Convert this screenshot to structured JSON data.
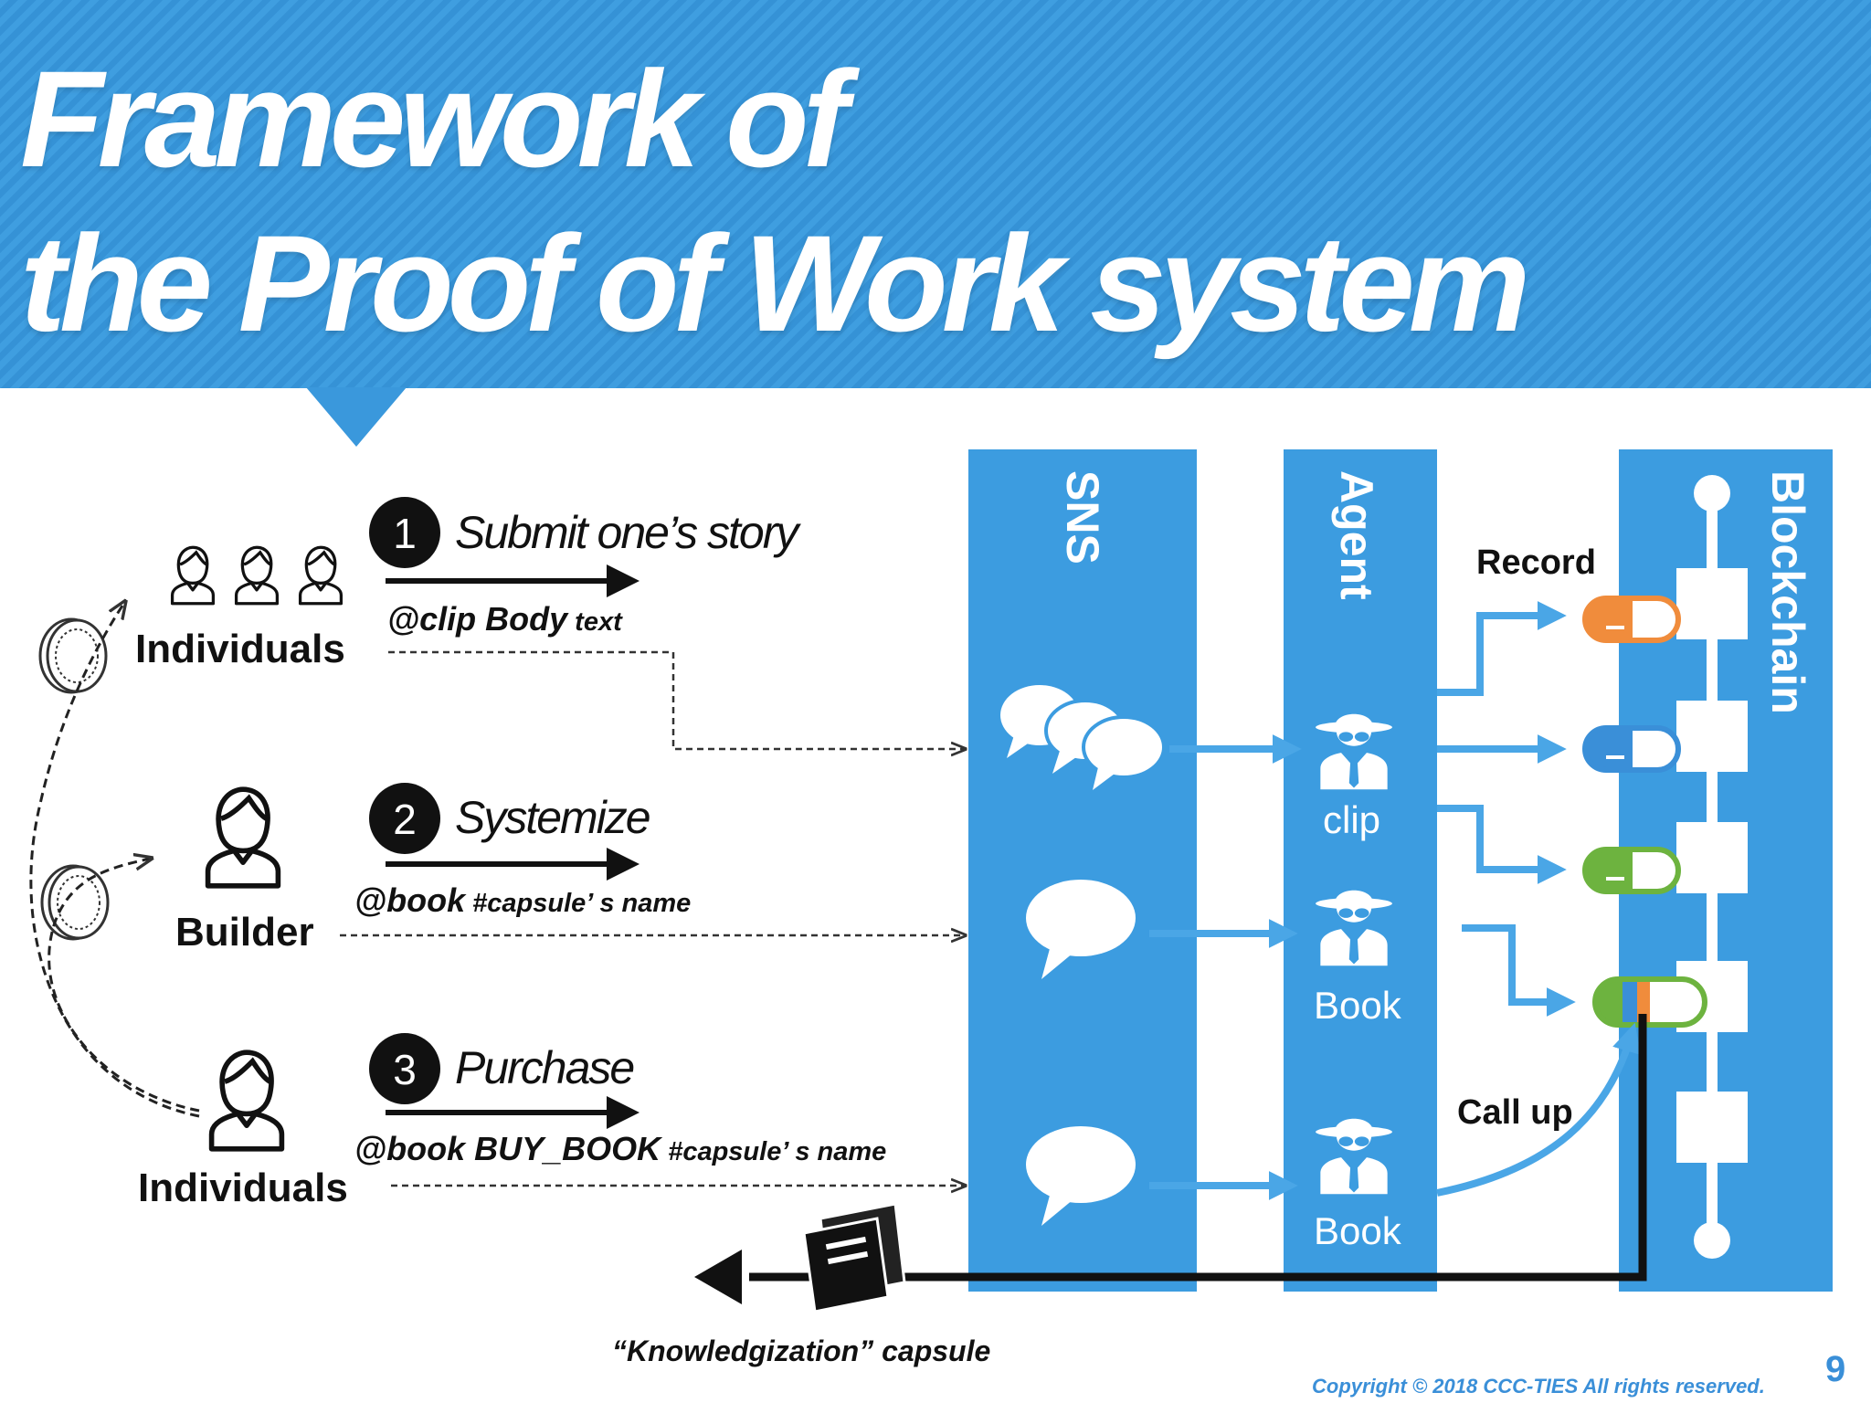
{
  "title": {
    "line1": "Framework of",
    "line2": "the Proof of Work system"
  },
  "columns": {
    "sns": "SNS",
    "agent": "Agent",
    "blockchain": "Blockchain"
  },
  "steps": [
    {
      "number": "1",
      "title": "Submit one’s story",
      "cmd_a": "@clip  Body",
      "cmd_b": " text"
    },
    {
      "number": "2",
      "title": "Systemize",
      "cmd_a": "@book",
      "cmd_b": " #capsule’ s name"
    },
    {
      "number": "3",
      "title": "Purchase",
      "cmd_a": "@book BUY_BOOK",
      "cmd_b": " #capsule’ s name"
    }
  ],
  "roles": {
    "individuals_top": "Individuals",
    "builder": "Builder",
    "individuals_bottom": "Individuals"
  },
  "agents": {
    "clip": "clip",
    "book1": "Book",
    "book2": "Book"
  },
  "labels": {
    "record": "Record",
    "call_up": "Call up",
    "capsule": "“Knowledgization” capsule"
  },
  "footer": {
    "copyright": "Copyright © 2018  CCC-TIES All rights reserved.",
    "page": "9"
  },
  "icons": [
    "person-group-icon",
    "person-icon",
    "coin-icon",
    "speech-bubbles-icon",
    "speech-bubble-icon",
    "spy-agent-icon",
    "capsule-icon",
    "book-icon",
    "arrow-right-icon",
    "arrow-left-icon"
  ],
  "colors": {
    "header_blue": "#3a98dc",
    "column_blue": "#3c9ce0",
    "capsule_orange": "#f08c3c",
    "capsule_blue": "#3a8fd8",
    "capsule_green": "#6db33f",
    "arrow_blue": "#4aa6e6"
  }
}
